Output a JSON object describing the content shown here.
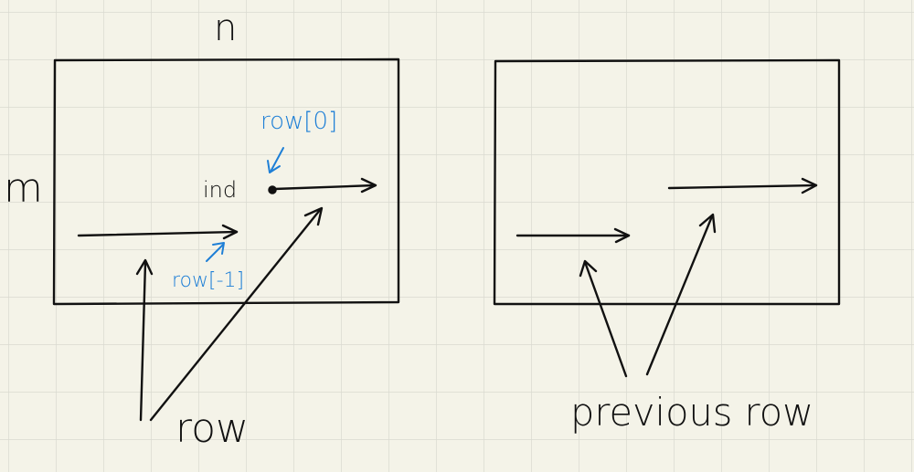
{
  "colors": {
    "paper": "#f4f3e8",
    "grid": "#d9d9d0",
    "ink": "#111111",
    "annotation": "#1e7fd6"
  },
  "left": {
    "dim_n": "n",
    "dim_m": "m",
    "ind_label": "ind",
    "row0_label": "row[0]",
    "row_minus1_label": "row[-1]",
    "row_label": "row"
  },
  "right": {
    "previous_row_label": "previous row"
  }
}
